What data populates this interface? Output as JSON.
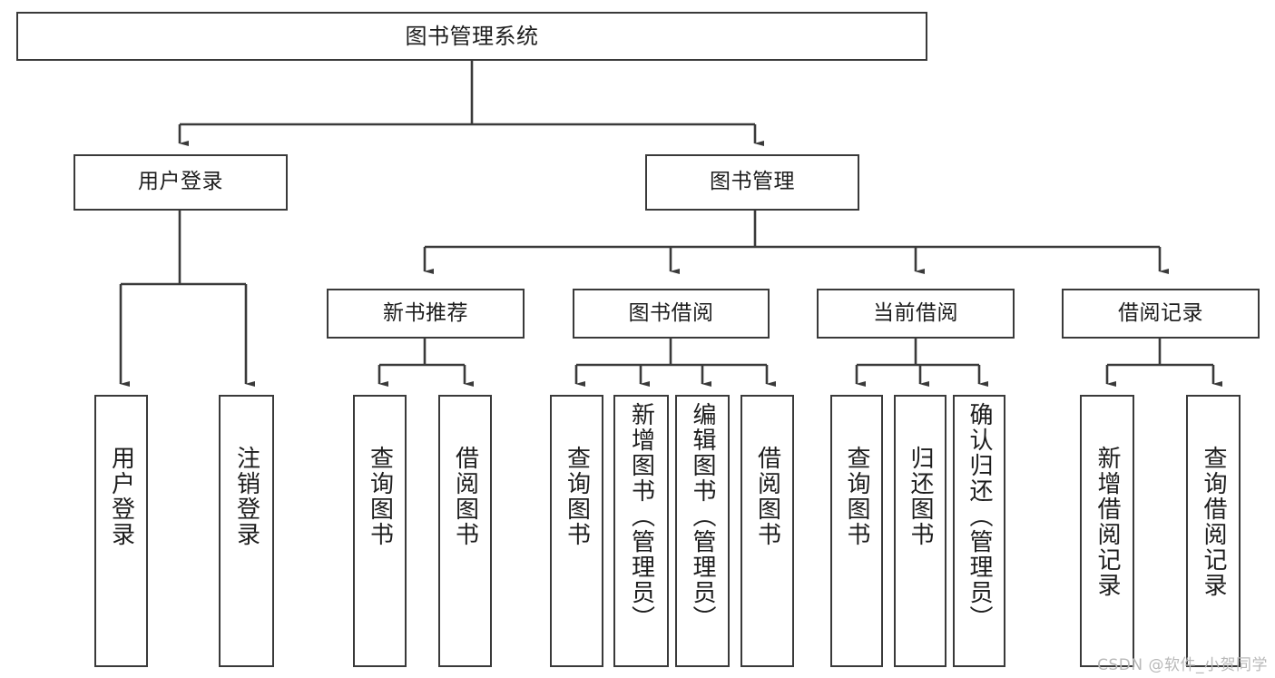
{
  "diagram": {
    "title": "图书管理系统",
    "type": "hierarchy-tree",
    "watermark": "CSDN @软件_小贺同学",
    "colors": {
      "stroke": "#3a3a3a",
      "fill": "#ffffff",
      "text": "#1d1d1d",
      "watermark": "#b9b9b9"
    },
    "nodes": {
      "root": {
        "label": "图书管理系统"
      },
      "level1": [
        {
          "label": "用户登录"
        },
        {
          "label": "图书管理"
        }
      ],
      "level2": [
        {
          "label": "新书推荐"
        },
        {
          "label": "图书借阅"
        },
        {
          "label": "当前借阅"
        },
        {
          "label": "借阅记录"
        }
      ],
      "leaves": {
        "user_login": [
          {
            "label": "用户登录"
          },
          {
            "label": "注销登录"
          }
        ],
        "new_book_recommend": [
          {
            "label": "查询图书"
          },
          {
            "label": "借阅图书"
          }
        ],
        "book_borrow": [
          {
            "label": "查询图书"
          },
          {
            "label": "新增图书（管理员）"
          },
          {
            "label": "编辑图书（管理员）"
          },
          {
            "label": "借阅图书"
          }
        ],
        "current_borrow": [
          {
            "label": "查询图书"
          },
          {
            "label": "归还图书"
          },
          {
            "label": "确认归还（管理员）"
          }
        ],
        "borrow_record": [
          {
            "label": "新增借阅记录"
          },
          {
            "label": "查询借阅记录"
          }
        ]
      }
    }
  }
}
